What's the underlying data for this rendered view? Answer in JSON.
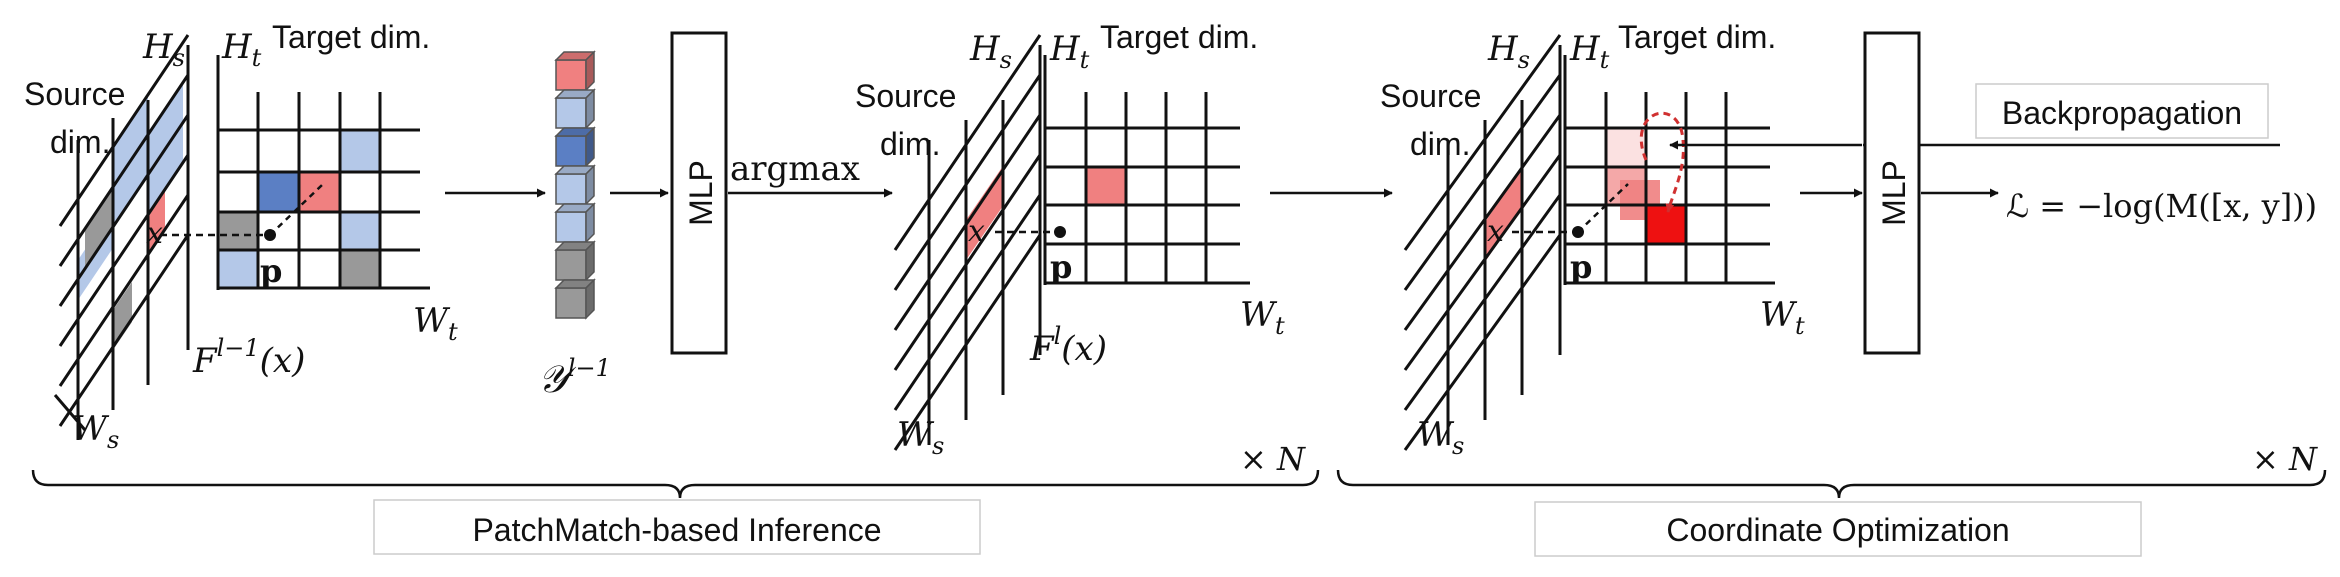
{
  "colors": {
    "light_blue": "#b4c8e8",
    "dark_blue": "#5b7fc4",
    "gray": "#999999",
    "salmon": "#f08080",
    "pink": "#f4a8a8",
    "red": "#ee1111",
    "arrow_red": "#d03030",
    "line": "#111111"
  },
  "labels": {
    "hs": "H",
    "hs_sub": "s",
    "ht": "H",
    "ht_sub": "t",
    "wt": "W",
    "wt_sub": "t",
    "ws": "W",
    "ws_sub": "s",
    "target_dim": "Target dim.",
    "source": "Source",
    "dim": "dim.",
    "x": "x",
    "p": "p",
    "f_prev_main": "F",
    "f_prev_sup": "l−1",
    "f_prev_arg": "(x)",
    "f_cur_main": "F",
    "f_cur_sup": "l",
    "f_cur_arg": "(x)",
    "y_main": "𝒴",
    "y_sup": "l−1",
    "mlp": "MLP",
    "argmax": "argmax",
    "backprop": "Backpropagation",
    "loss": "ℒ = −log(M([x, y]))",
    "times_n": "× N",
    "patchmatch": "PatchMatch-based Inference",
    "coord_opt": "Coordinate Optimization"
  }
}
